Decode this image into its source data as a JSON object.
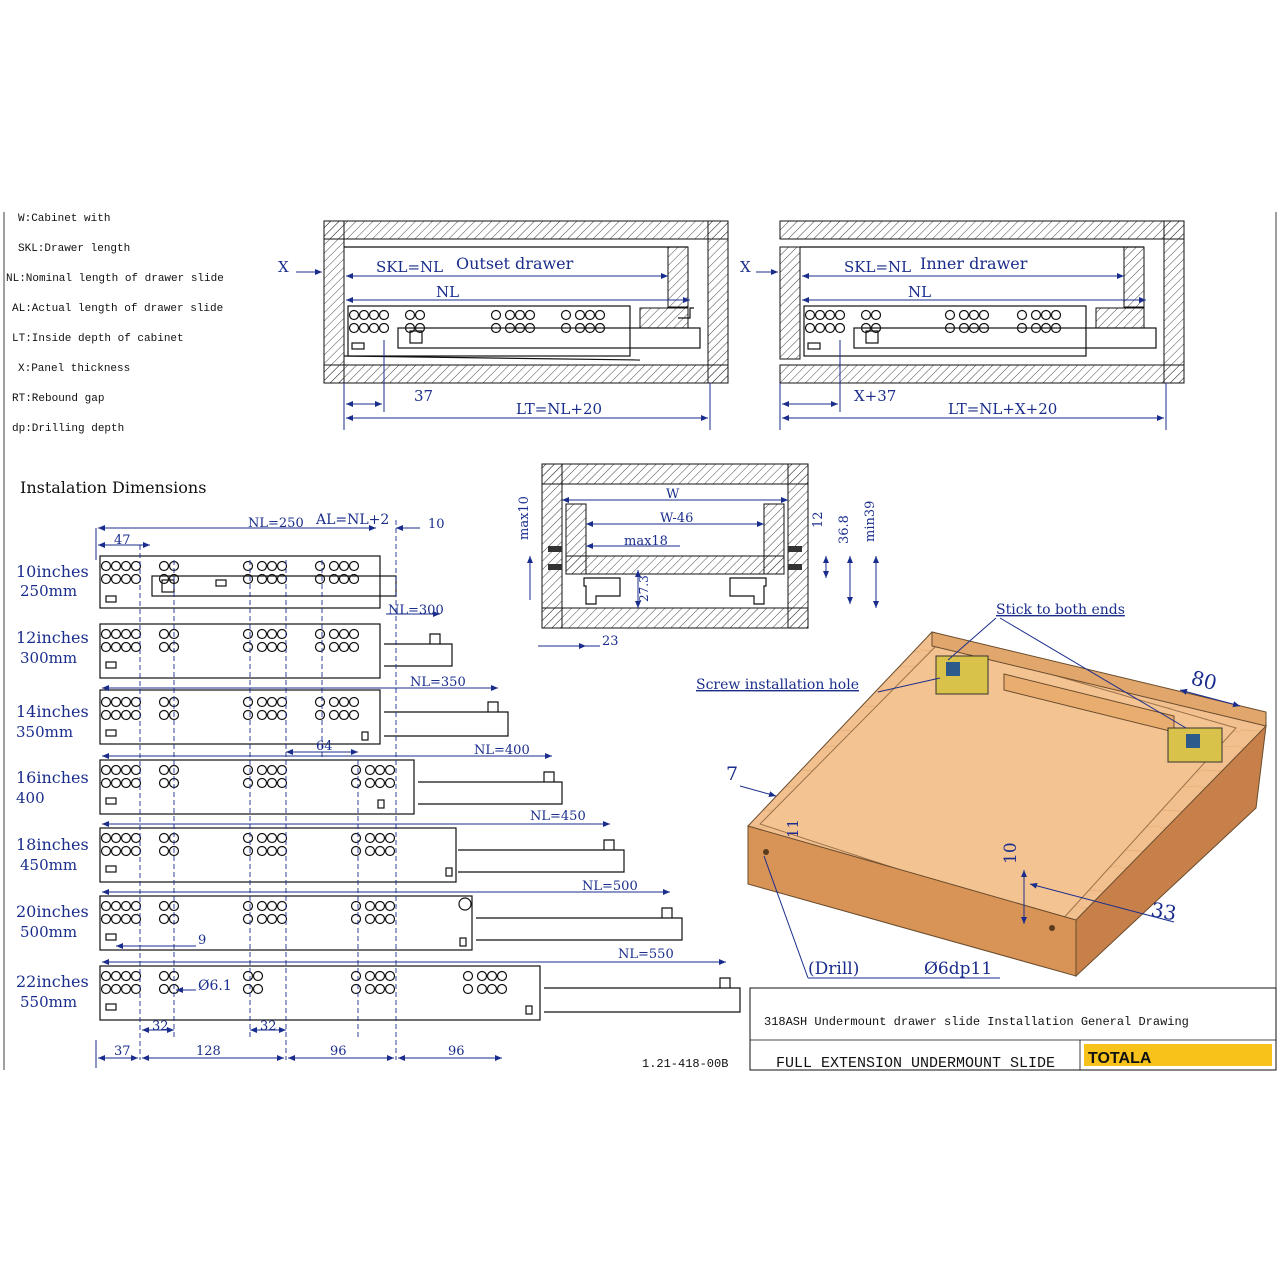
{
  "legend": [
    "W:Cabinet with",
    "SKL:Drawer length",
    "NL:Nominal length of drawer slide",
    "AL:Actual length of drawer slide",
    "LT:Inside depth of cabinet",
    "X:Panel thickness",
    "RT:Rebound gap",
    "dp:Drilling depth"
  ],
  "outset": {
    "title": "Outset drawer",
    "x": "X",
    "skl": "SKL=NL",
    "nl": "NL",
    "d37": "37",
    "lt": "LT=NL+20"
  },
  "inner": {
    "title": "Inner drawer",
    "x": "X",
    "skl": "SKL=NL",
    "nl": "NL",
    "dx37": "X+37",
    "lt": "LT=NL+X+20"
  },
  "section": {
    "heading": "Instalation Dimensions"
  },
  "top_dims": {
    "d47": "47",
    "nl250": "NL=250",
    "al": "AL=NL+2",
    "d10": "10"
  },
  "sizes": [
    {
      "inch": "10inches",
      "mm": "250mm",
      "nl": ""
    },
    {
      "inch": "12inches",
      "mm": "300mm",
      "nl": "NL=300"
    },
    {
      "inch": "14inches",
      "mm": "350mm",
      "nl": "NL=350"
    },
    {
      "inch": "16inches",
      "mm": "400",
      "nl": "NL=400"
    },
    {
      "inch": "18inches",
      "mm": "450mm",
      "nl": "NL=450"
    },
    {
      "inch": "20inches",
      "mm": "500mm",
      "nl": "NL=500"
    },
    {
      "inch": "22inches",
      "mm": "550mm",
      "nl": "NL=550"
    }
  ],
  "mid_dims": {
    "d64": "64",
    "d9": "9",
    "dia": "Ø6.1"
  },
  "bottom_dims": {
    "d32a": "32",
    "d32b": "32",
    "d37": "37",
    "d128": "128",
    "d96a": "96",
    "d96b": "96",
    "code": "1.21-418-00B"
  },
  "cross": {
    "w": "W",
    "w46": "W-46",
    "max18": "max18",
    "max10": "max10",
    "d12": "12",
    "d368": "36.8",
    "min39": "min39",
    "d273": "27.3",
    "d23": "23"
  },
  "iso": {
    "stick": "Stick to both ends",
    "screw": "Screw installation hole",
    "d80": "80",
    "d7": "7",
    "d11": "11",
    "d10": "10",
    "d33": "33",
    "drill": "(Drill)",
    "dp": "Ø6dp11"
  },
  "titleblock": {
    "drawing": "318ASH Undermount drawer slide Installation General Drawing",
    "product": "FULL EXTENSION UNDERMOUNT SLIDE",
    "brand": "TOTALA",
    "brand_color": "#f7c21a"
  }
}
